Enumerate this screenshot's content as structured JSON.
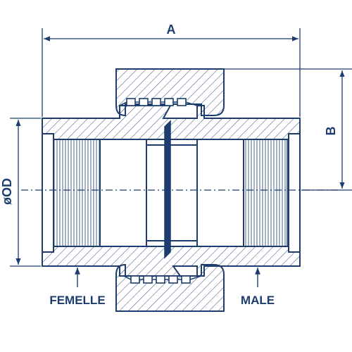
{
  "diagram": {
    "colors": {
      "ink": "#1c3d6e",
      "background": "#ffffff"
    },
    "labels": {
      "dim_a": "A",
      "dim_b": "B",
      "dim_od": "øOD",
      "female_end": "FEMELLE",
      "male_end": "MALE"
    }
  }
}
